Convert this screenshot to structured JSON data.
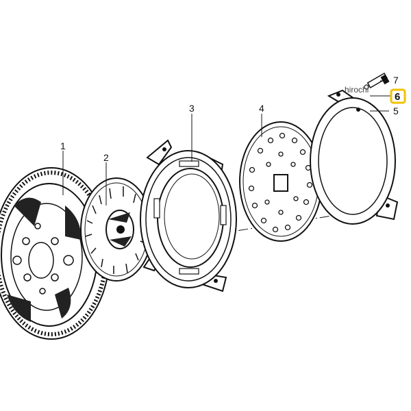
{
  "diagram": {
    "callouts": [
      {
        "id": "1",
        "text": "1"
      },
      {
        "id": "2",
        "text": "2"
      },
      {
        "id": "3",
        "text": "3"
      },
      {
        "id": "4",
        "text": "4"
      },
      {
        "id": "5",
        "text": "5"
      },
      {
        "id": "6",
        "text": "6",
        "highlighted": true
      },
      {
        "id": "7",
        "text": "7"
      }
    ],
    "watermark": "hirochi",
    "colors": {
      "line": "#111111",
      "highlight": "#f2c200",
      "background": "#ffffff"
    }
  }
}
